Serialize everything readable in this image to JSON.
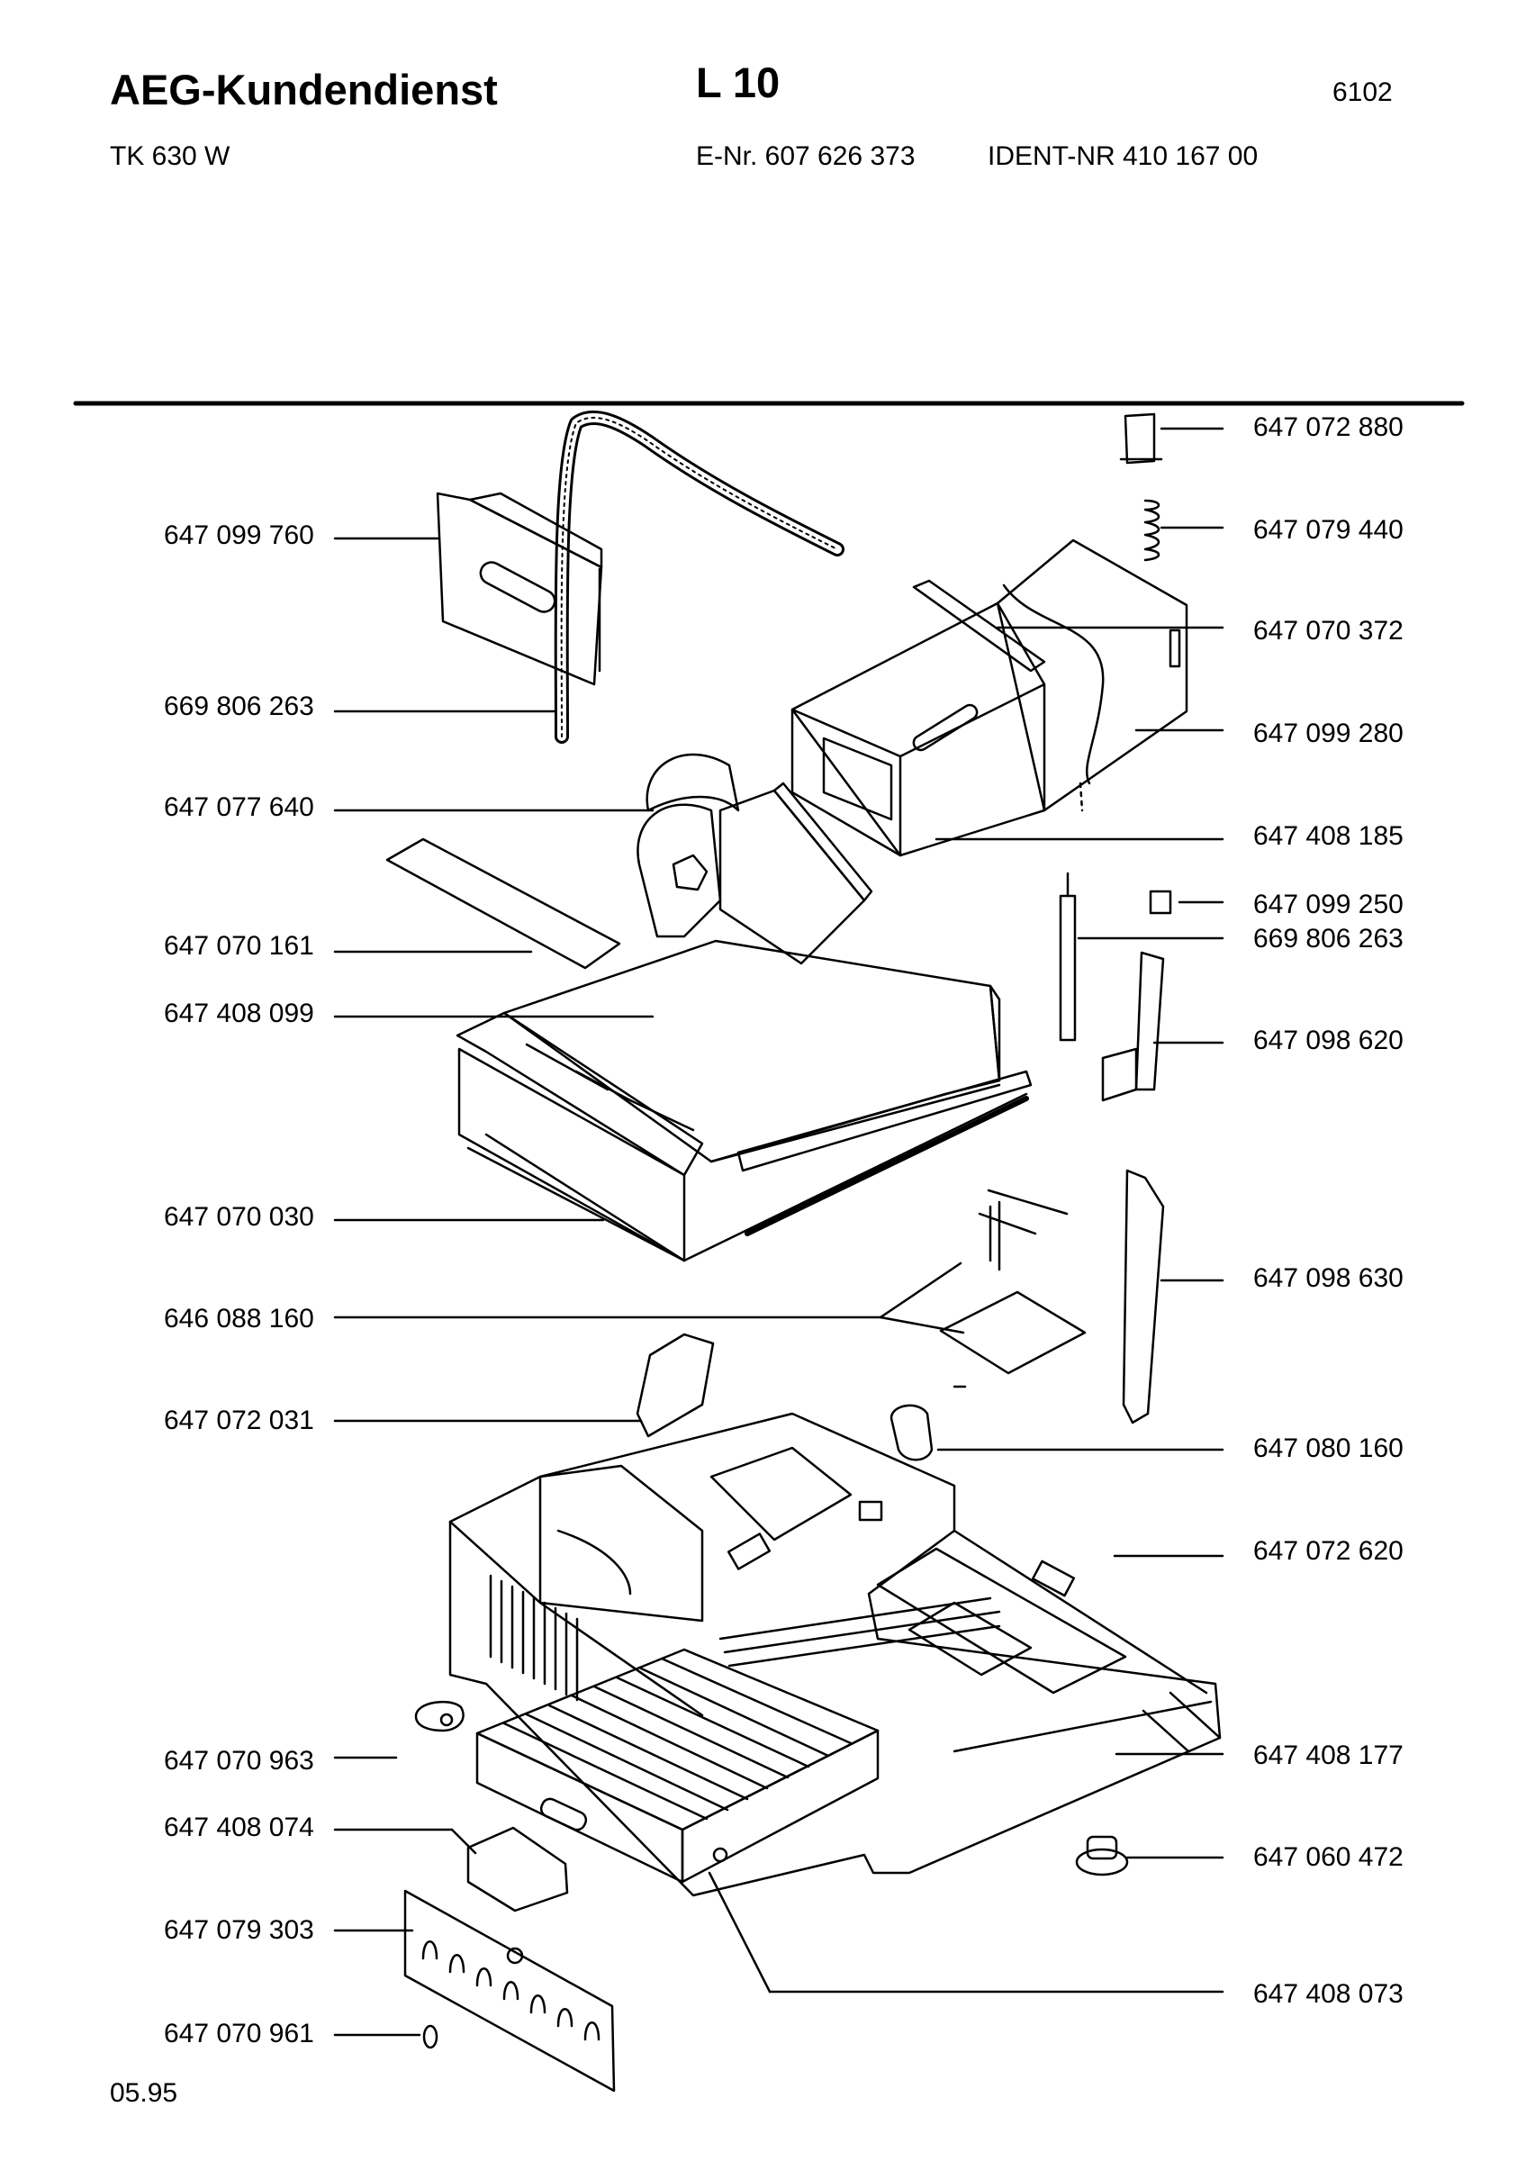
{
  "header": {
    "brand": "AEG-Kundendienst",
    "model": "L 10",
    "page_code": "6102",
    "device": "TK 630 W",
    "e_nr": "E-Nr. 607 626 373",
    "ident_nr": "IDENT-NR 410 167 00"
  },
  "footer": {
    "date": "05.95"
  },
  "parts_left": [
    "647 099 760",
    "669 806 263",
    "647 077 640",
    "647 070 161",
    "647 408 099",
    "647 070 030",
    "646 088 160",
    "647 072 031",
    "647 070 963",
    "647 408 074",
    "647 079 303",
    "647 070 961"
  ],
  "parts_right": [
    "647 072 880",
    "647 079 440",
    "647 070 372",
    "647 099 280",
    "647 408 185",
    "647 099 250",
    "669 806 263",
    "647 098 620",
    "647 098 630",
    "647 080 160",
    "647 072 620",
    "647 408 177",
    "647 060 472",
    "647 408 073"
  ]
}
